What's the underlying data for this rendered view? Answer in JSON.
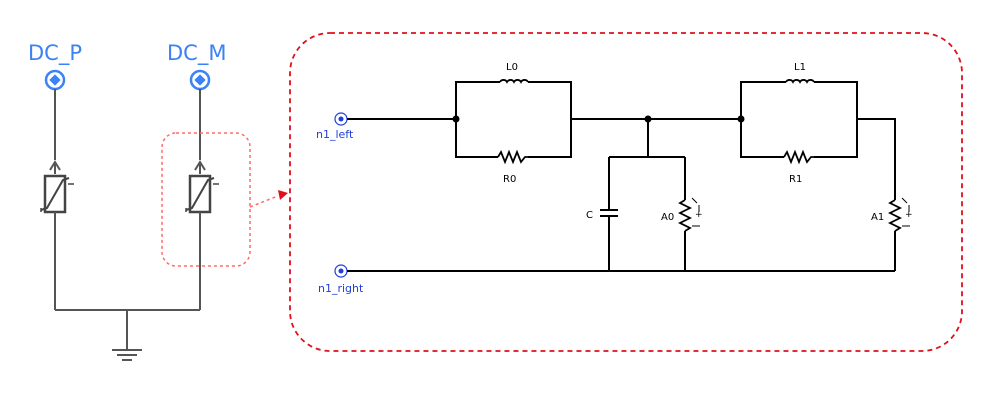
{
  "left_schematic": {
    "pin_p_label": "DC_P",
    "pin_m_label": "DC_M",
    "pin_color": "#3b82f6",
    "highlight_color": "#ff6b6b"
  },
  "detail_circuit": {
    "border_color": "#e0101b",
    "ports": {
      "left": "n1_left",
      "right": "n1_right"
    },
    "components": {
      "L0": "L0",
      "R0": "R0",
      "L1": "L1",
      "R1": "R1",
      "C": "C",
      "A0": "A0",
      "A1": "A1"
    }
  }
}
